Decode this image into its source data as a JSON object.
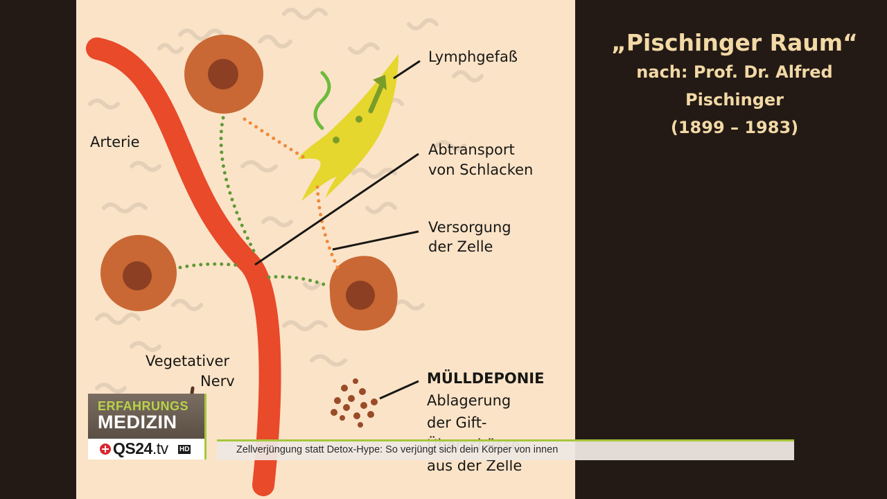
{
  "diagram": {
    "labels": {
      "lymphgefass": "Lymphgefaß",
      "arterie": "Arterie",
      "abtransport_line1": "Abtransport",
      "abtransport_line2": "von Schlacken",
      "versorgung_line1": "Versorgung",
      "versorgung_line2": "der Zelle",
      "nerv_line1": "Vegetativer",
      "nerv_line2": "Nerv",
      "muell_title": "MÜLLDEPONIE",
      "muell_line1": "Ablagerung",
      "muell_line2": "der Gift-",
      "muell_line3": "Überschüsse",
      "muell_line4": "aus der Zelle"
    },
    "colors": {
      "background": "#fbe3c8",
      "artery": "#e84a2a",
      "cell": "#c96834",
      "nucleus": "#8c3f22",
      "lymph": "#e5d72e",
      "supply_dots": "#5f9a35",
      "removal_dots": "#ee8a3a"
    }
  },
  "title": {
    "line1": "„Pischinger Raum“",
    "line2": "nach: Prof. Dr. Alfred",
    "line3": "Pischinger",
    "line4": "(1899 – 1983)"
  },
  "logo": {
    "line1": "ERFAHRUNGS",
    "line2": "MEDIZIN",
    "brand": "QS24",
    "brand_suffix": ".tv",
    "hd": "HD"
  },
  "ticker": {
    "text": "Zellverjüngung statt Detox-Hype: So verjüngt sich dein Körper von innen"
  }
}
